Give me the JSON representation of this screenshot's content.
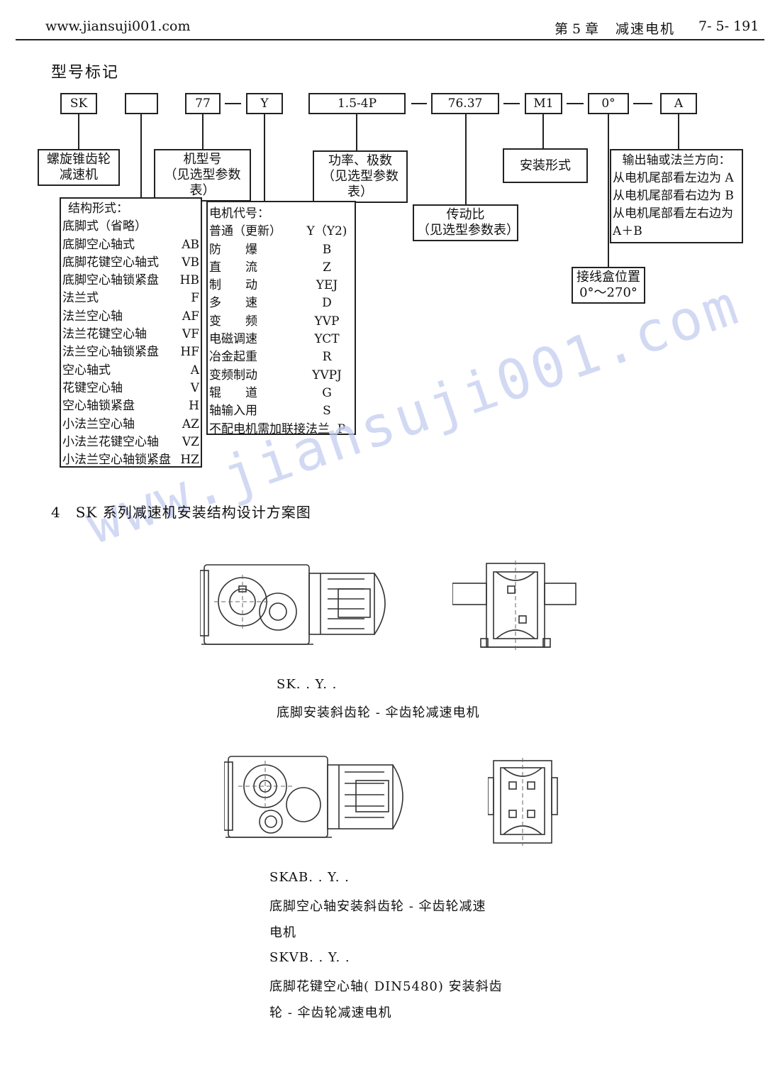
{
  "header": {
    "website": "www.jiansuji001.com",
    "chapter": "第 5 章",
    "chapter_title": "减速电机",
    "page_number": "7- 5- 191"
  },
  "title": "型号标记",
  "codes": {
    "sk": "SK",
    "blank": "",
    "size": "77",
    "motor": "Y",
    "power": "1.5-4P",
    "ratio": "76.37",
    "mount": "M1",
    "angle": "0°",
    "dir": "A"
  },
  "labels": {
    "reducer": [
      "螺旋锥齿轮",
      "减速机"
    ],
    "model_no": [
      "机型号",
      "（见选型参数表）"
    ],
    "power": [
      "功率、极数",
      "（见选型参数表）"
    ],
    "mount_form": "安装形式",
    "ratio": [
      "传动比",
      "（见选型参数表）"
    ],
    "terminal": [
      "接线盒位置",
      "0°～270°"
    ],
    "output": [
      "输出轴或法兰方向：",
      "从电机尾部看左边为 A",
      "从电机尾部看右边为 B",
      "从电机尾部看左右边为",
      "A＋B"
    ]
  },
  "structure": {
    "title": "结构形式：",
    "items": [
      [
        "底脚式（省略）",
        ""
      ],
      [
        "底脚空心轴式",
        "AB"
      ],
      [
        "底脚花键空心轴式",
        "VB"
      ],
      [
        "底脚空心轴锁紧盘",
        "HB"
      ],
      [
        "法兰式",
        "F"
      ],
      [
        "法兰空心轴",
        "AF"
      ],
      [
        "法兰花键空心轴",
        "VF"
      ],
      [
        "法兰空心轴锁紧盘",
        "HF"
      ],
      [
        "空心轴式",
        "A"
      ],
      [
        "花键空心轴",
        "V"
      ],
      [
        "空心轴锁紧盘",
        "H"
      ],
      [
        "小法兰空心轴",
        "AZ"
      ],
      [
        "小法兰花键空心轴",
        "VZ"
      ],
      [
        "小法兰空心轴锁紧盘",
        "HZ"
      ]
    ]
  },
  "motor_codes": {
    "title": "电机代号：",
    "items": [
      [
        "普通（更新）",
        "Y（Y2)"
      ],
      [
        "防　　爆",
        "B"
      ],
      [
        "直　　流",
        "Z"
      ],
      [
        "制　　动",
        "YEJ"
      ],
      [
        "多　　速",
        "D"
      ],
      [
        "变　　频",
        "YVP"
      ],
      [
        "电磁调速",
        "YCT"
      ],
      [
        "冶金起重",
        "R"
      ],
      [
        "变频制动",
        "YVPJ"
      ],
      [
        "辊　　道",
        "G"
      ],
      [
        "轴输入用",
        "S"
      ],
      [
        "不配电机需加联接法兰",
        "P"
      ]
    ]
  },
  "section_title": "4　SK 系列减速机安装结构设计方案图",
  "captions": {
    "fig1_code": "SK. . Y. .",
    "fig1_desc": "底脚安装斜齿轮 - 伞齿轮减速电机",
    "fig2_code1": "SKAB. . Y. .",
    "fig2_desc1a": "底脚空心轴安装斜齿轮 - 伞齿轮减速",
    "fig2_desc1b": "电机",
    "fig2_code2": "SKVB. . Y. .",
    "fig2_desc2a": "底脚花键空心轴( DIN5480) 安装斜齿",
    "fig2_desc2b": "轮 - 伞齿轮减速电机"
  },
  "watermark": "www.jiansuji001.com"
}
